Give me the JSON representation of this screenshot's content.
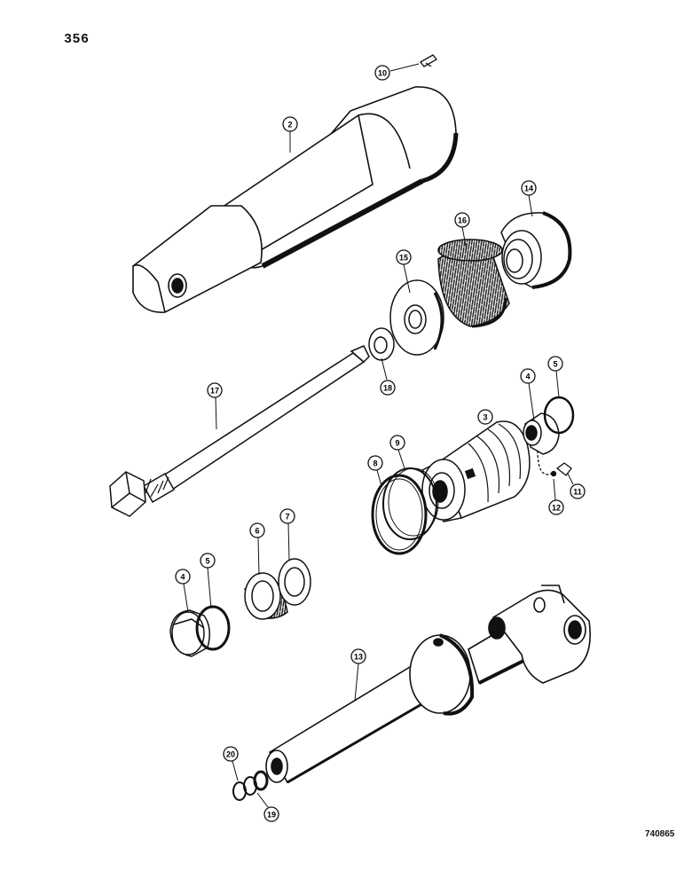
{
  "page_number": "356",
  "figure_code": "740865",
  "callouts": [
    {
      "id": "2",
      "label": "2"
    },
    {
      "id": "3",
      "label": "3"
    },
    {
      "id": "4a",
      "label": "4"
    },
    {
      "id": "4b",
      "label": "4"
    },
    {
      "id": "5a",
      "label": "5"
    },
    {
      "id": "5b",
      "label": "5"
    },
    {
      "id": "6",
      "label": "6"
    },
    {
      "id": "7",
      "label": "7"
    },
    {
      "id": "8",
      "label": "8"
    },
    {
      "id": "9",
      "label": "9"
    },
    {
      "id": "10",
      "label": "10"
    },
    {
      "id": "11",
      "label": "11"
    },
    {
      "id": "12",
      "label": "12"
    },
    {
      "id": "13",
      "label": "13"
    },
    {
      "id": "14",
      "label": "14"
    },
    {
      "id": "15",
      "label": "15"
    },
    {
      "id": "16",
      "label": "16"
    },
    {
      "id": "17",
      "label": "17"
    },
    {
      "id": "18",
      "label": "18"
    },
    {
      "id": "19",
      "label": "19"
    },
    {
      "id": "20",
      "label": "20"
    }
  ]
}
